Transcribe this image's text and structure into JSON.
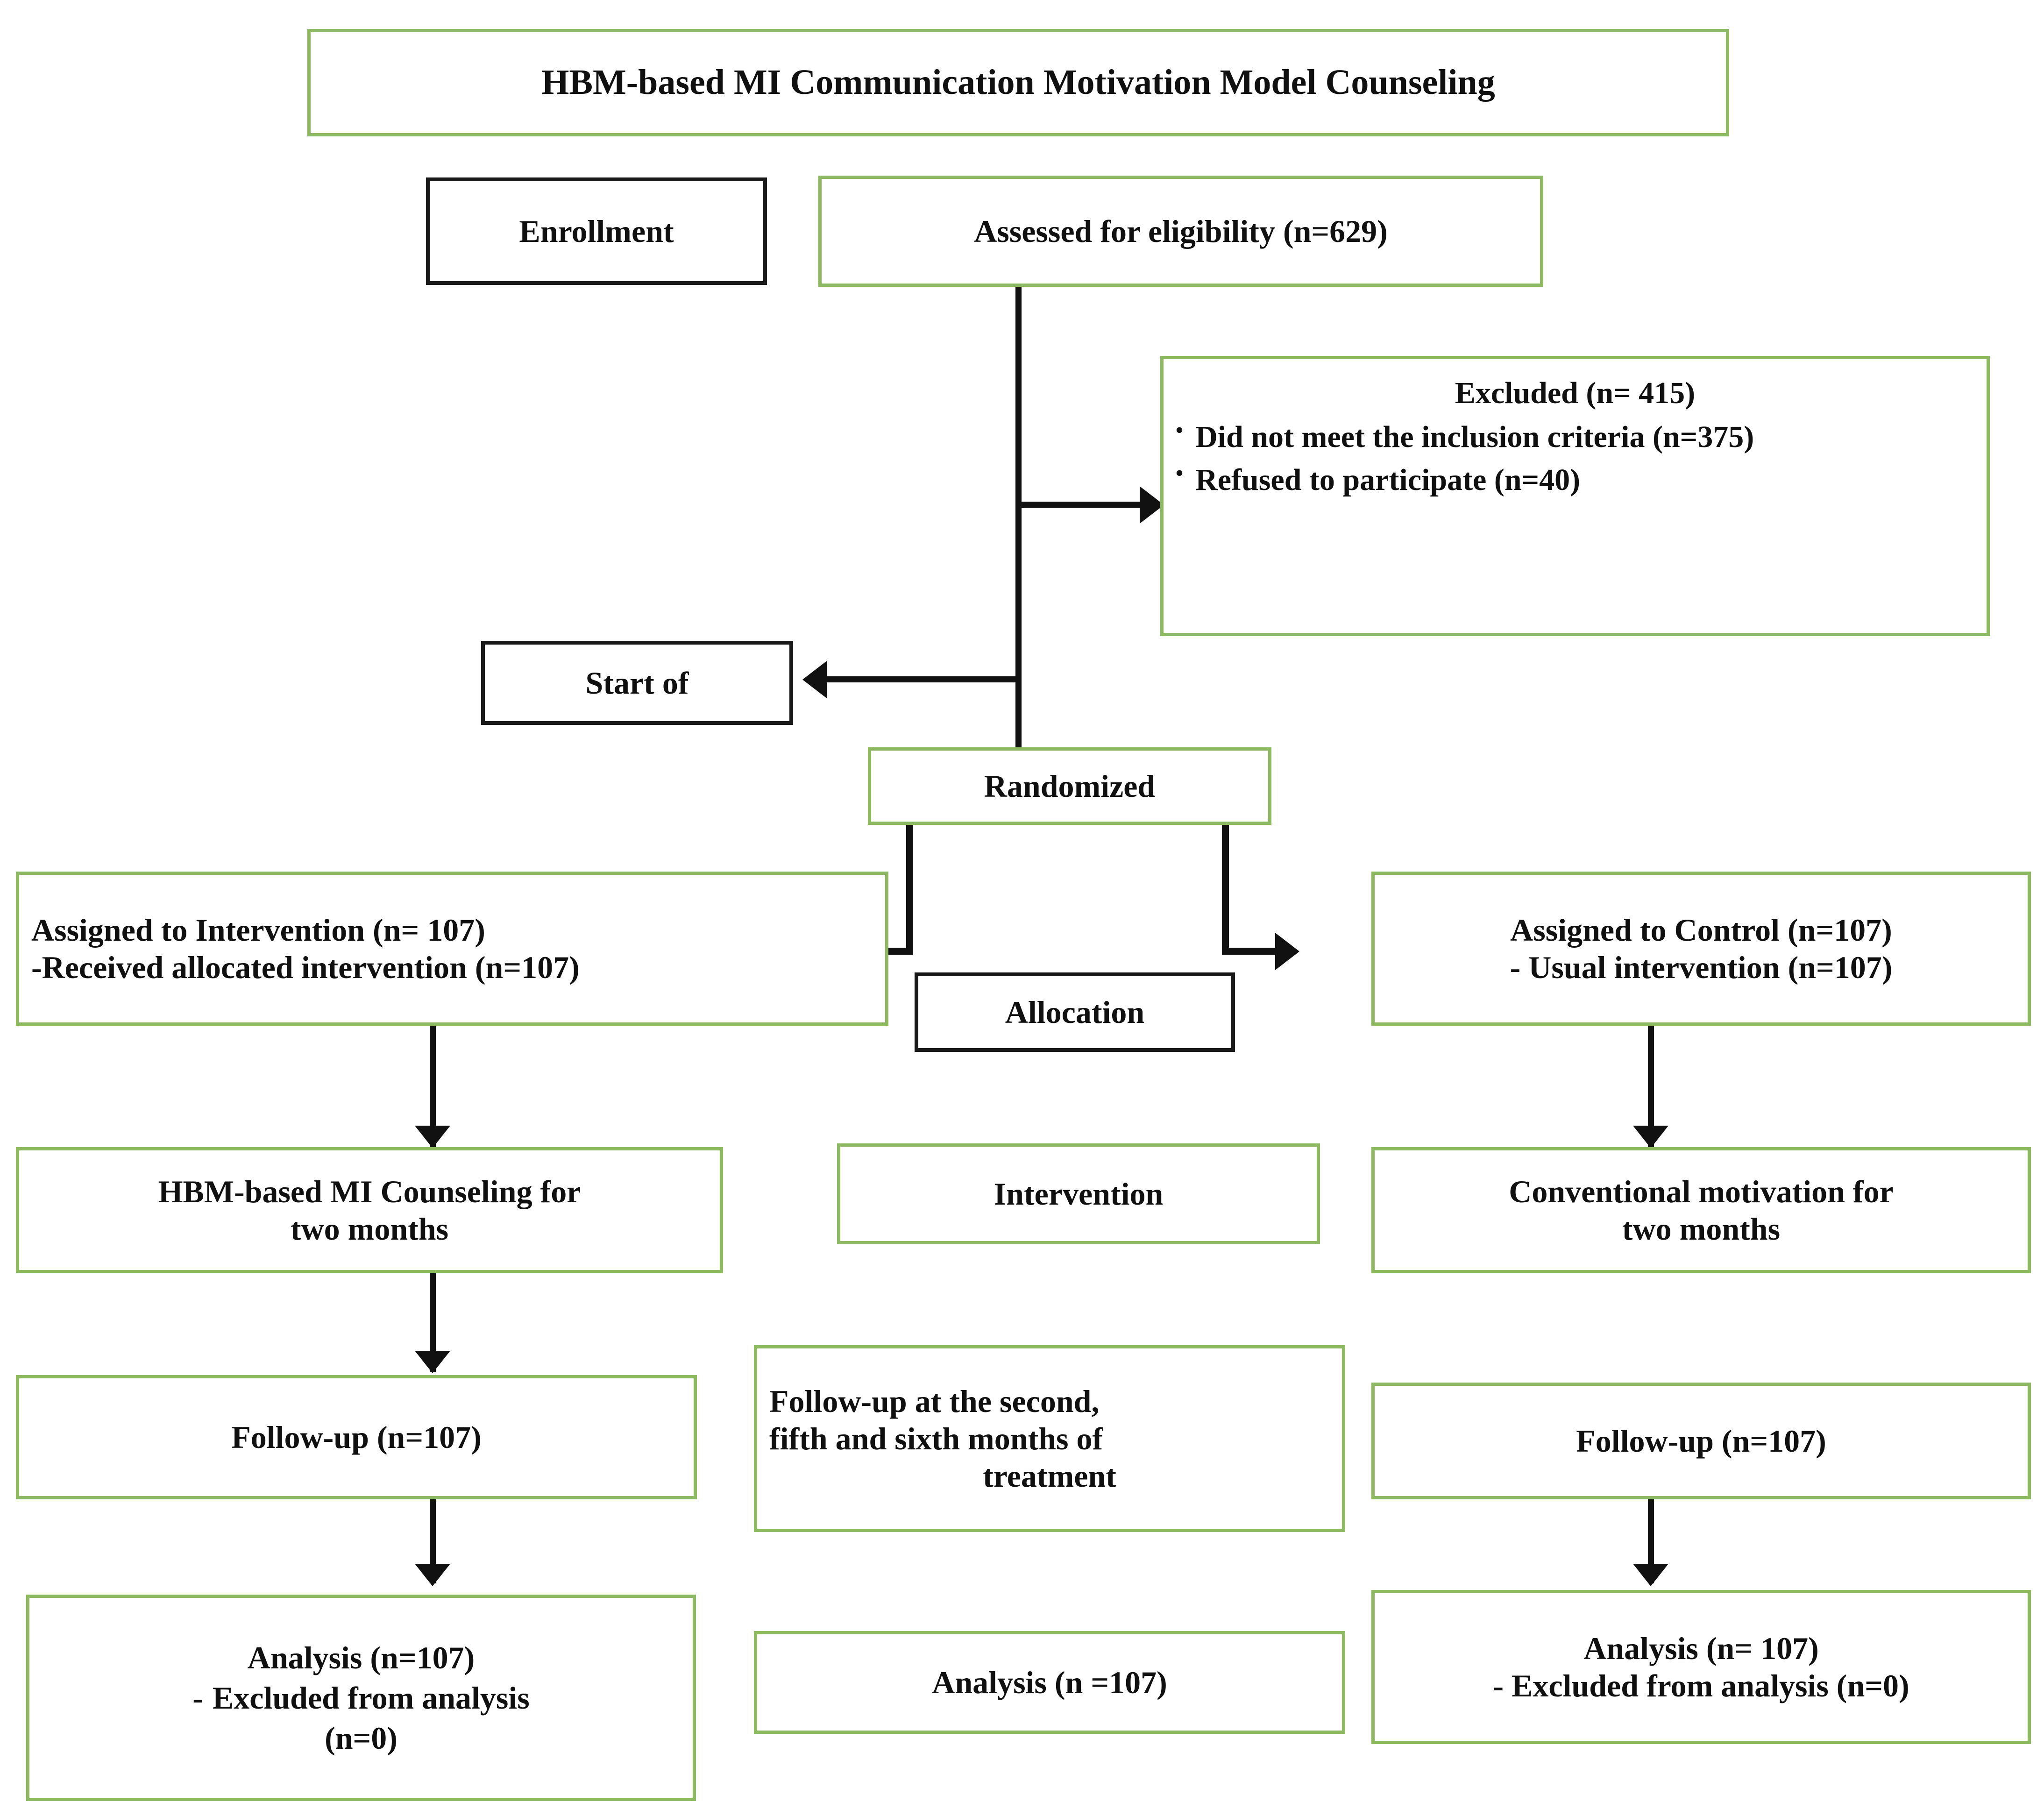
{
  "diagram": {
    "title": "HBM-based MI Communication Motivation Model Counseling",
    "type": "CONSORT participant flow diagram",
    "accent_green": "#8DB961",
    "accent_black": "#1A1A1A"
  },
  "stage_labels": {
    "enrollment": "Enrollment",
    "start_of": "Start of",
    "allocation": "Allocation",
    "intervention": "Intervention",
    "followup": "Follow-up at the second, fifth and sixth months of treatment",
    "followup_line1": "Follow-up at the second,",
    "followup_line2": "fifth and sixth months of",
    "followup_line3": "treatment",
    "analysis": "Analysis (n =107)"
  },
  "enrollment": {
    "assessed": "Assessed for eligibility (n=629)",
    "excluded_title": "Excluded (n= 415)",
    "excluded_items": [
      "Did not meet the inclusion criteria (n=375)",
      "Refused to participate (n=40)"
    ],
    "randomized": "Randomized"
  },
  "intervention_arm": {
    "assigned_line1": "Assigned to Intervention (n= 107)",
    "assigned_line2": "-Received allocated intervention (n=107)",
    "intervention_line1": "HBM-based MI Counseling for",
    "intervention_line2": "two months",
    "followup": "Follow-up (n=107)",
    "analysis_line1": "Analysis (n=107)",
    "analysis_bullet": "Excluded from analysis",
    "analysis_line3": "(n=0)"
  },
  "control_arm": {
    "assigned_line1": "Assigned to Control (n=107)",
    "assigned_line2": " - Usual intervention (n=107)",
    "intervention_line1": "Conventional motivation for",
    "intervention_line2": "two months",
    "followup": "Follow-up (n=107)",
    "analysis_line1": "Analysis (n= 107)",
    "analysis_line2": "- Excluded from analysis (n=0)"
  }
}
